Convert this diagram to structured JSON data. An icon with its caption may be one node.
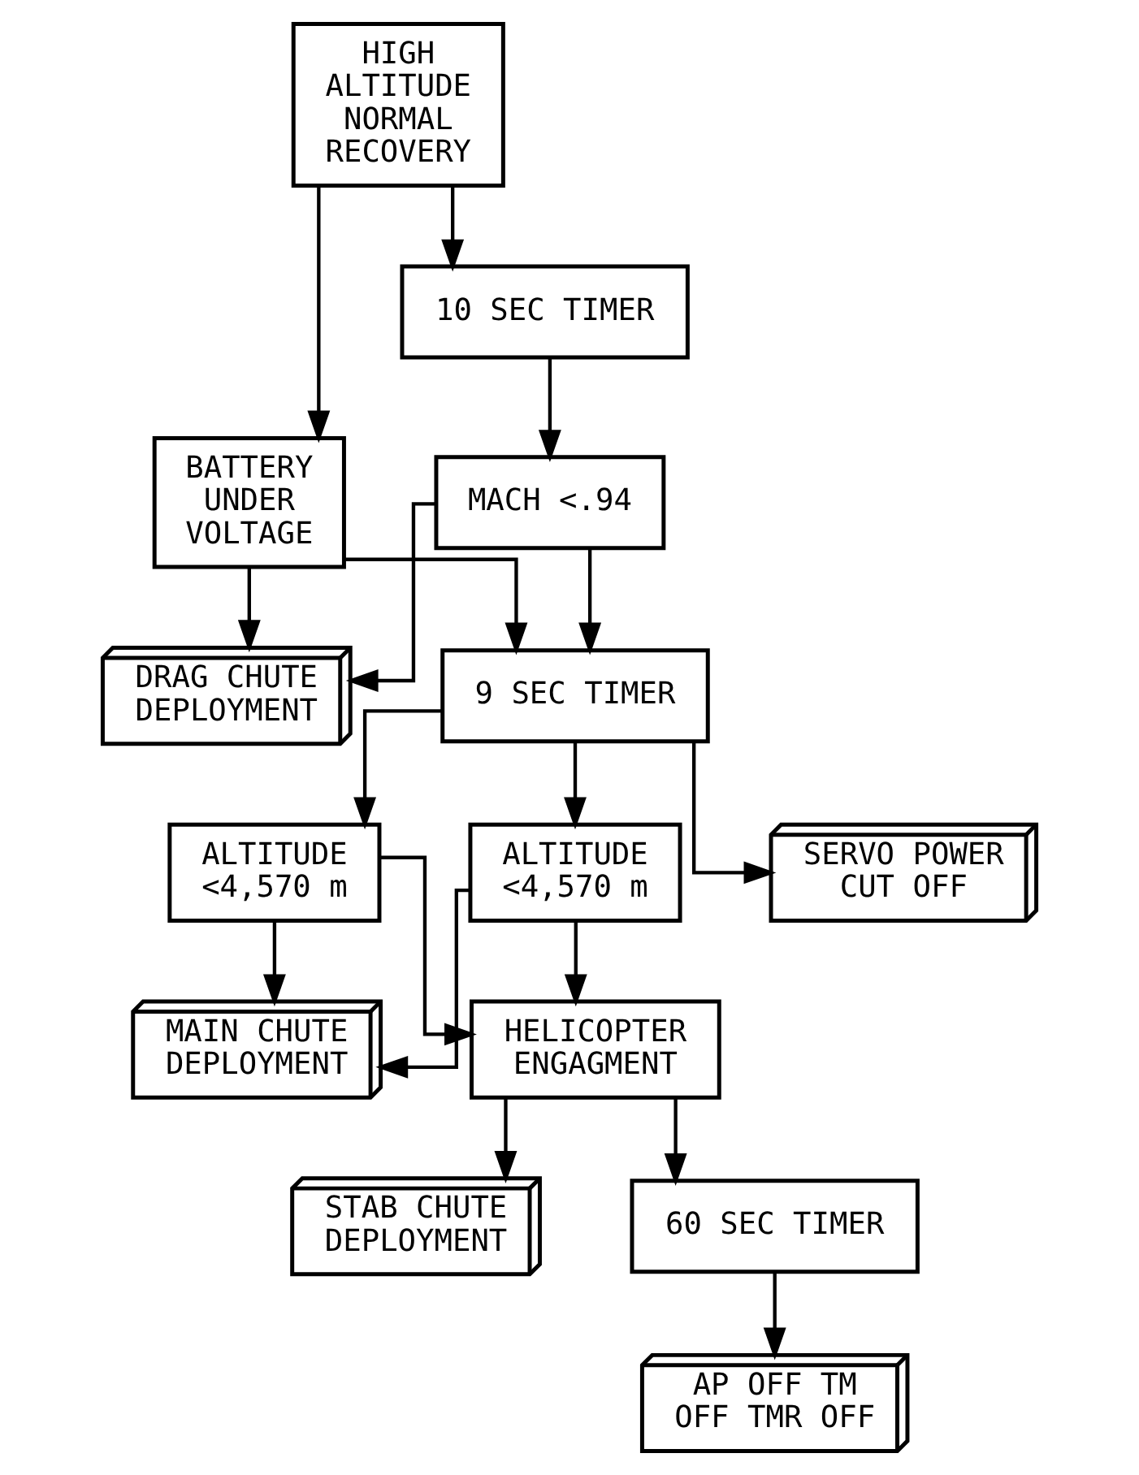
{
  "diagram": {
    "nodes": [
      {
        "text": [
          "HIGH ALTITUDE NORMAL RECOVERY"
        ]
      },
      {
        "text": [
          "BATTERY UNDER VOLTAGE"
        ]
      },
      {
        "text": [
          "10 SEC TIMER"
        ]
      },
      {
        "text": [
          "MACH <.94"
        ]
      },
      {
        "text": [
          "DRAG CHUTE DEPLOYMENT"
        ]
      },
      {
        "text": [
          "9 SEC TIMER"
        ]
      },
      {
        "text": [
          "ALTITUDE <4,570 m"
        ]
      },
      {
        "text": [
          "SERVO POWER CUT OFF"
        ]
      },
      {
        "text": [
          "ALTITUDE <4,570 m"
        ]
      },
      {
        "text": [
          "MAIN CHUTE DEPLOYMENT"
        ]
      },
      {
        "text": [
          "HELICOPTER ENGAGMENT"
        ]
      },
      {
        "text": [
          "STAB CHUTE DEPLOYMENT"
        ]
      },
      {
        "text": [
          "60 SEC TIMER"
        ]
      },
      {
        "text": [
          "AP OFF TM OFF TMR OFF"
        ]
      }
    ],
    "edges": [
      {
        "from": 0,
        "to": 1,
        "arrow": "to"
      },
      {
        "from": 0,
        "to": 2,
        "arrow": "to"
      },
      {
        "from": 2,
        "to": 3,
        "arrow": "to"
      },
      {
        "from": 1,
        "to": 4,
        "arrow": "to"
      },
      {
        "from": 1,
        "to": 5,
        "arrow": "to"
      },
      {
        "from": 3,
        "to": 4,
        "arrow": "to"
      },
      {
        "from": 3,
        "to": 5,
        "arrow": "to"
      },
      {
        "from": 5,
        "to": 6,
        "arrow": "to"
      },
      {
        "from": 5,
        "to": 7,
        "arrow": "to"
      },
      {
        "from": 5,
        "to": 8,
        "arrow": "to"
      },
      {
        "from": 6,
        "to": 9,
        "arrow": "to"
      },
      {
        "from": 6,
        "to": 10,
        "arrow": "to"
      },
      {
        "from": 8,
        "to": 9,
        "arrow": "to"
      },
      {
        "from": 8,
        "to": 10,
        "arrow": "to"
      },
      {
        "from": 10,
        "to": 11,
        "arrow": "to"
      },
      {
        "from": 10,
        "to": 12,
        "arrow": "to"
      },
      {
        "from": 12,
        "to": 13,
        "arrow": "to"
      }
    ]
  }
}
